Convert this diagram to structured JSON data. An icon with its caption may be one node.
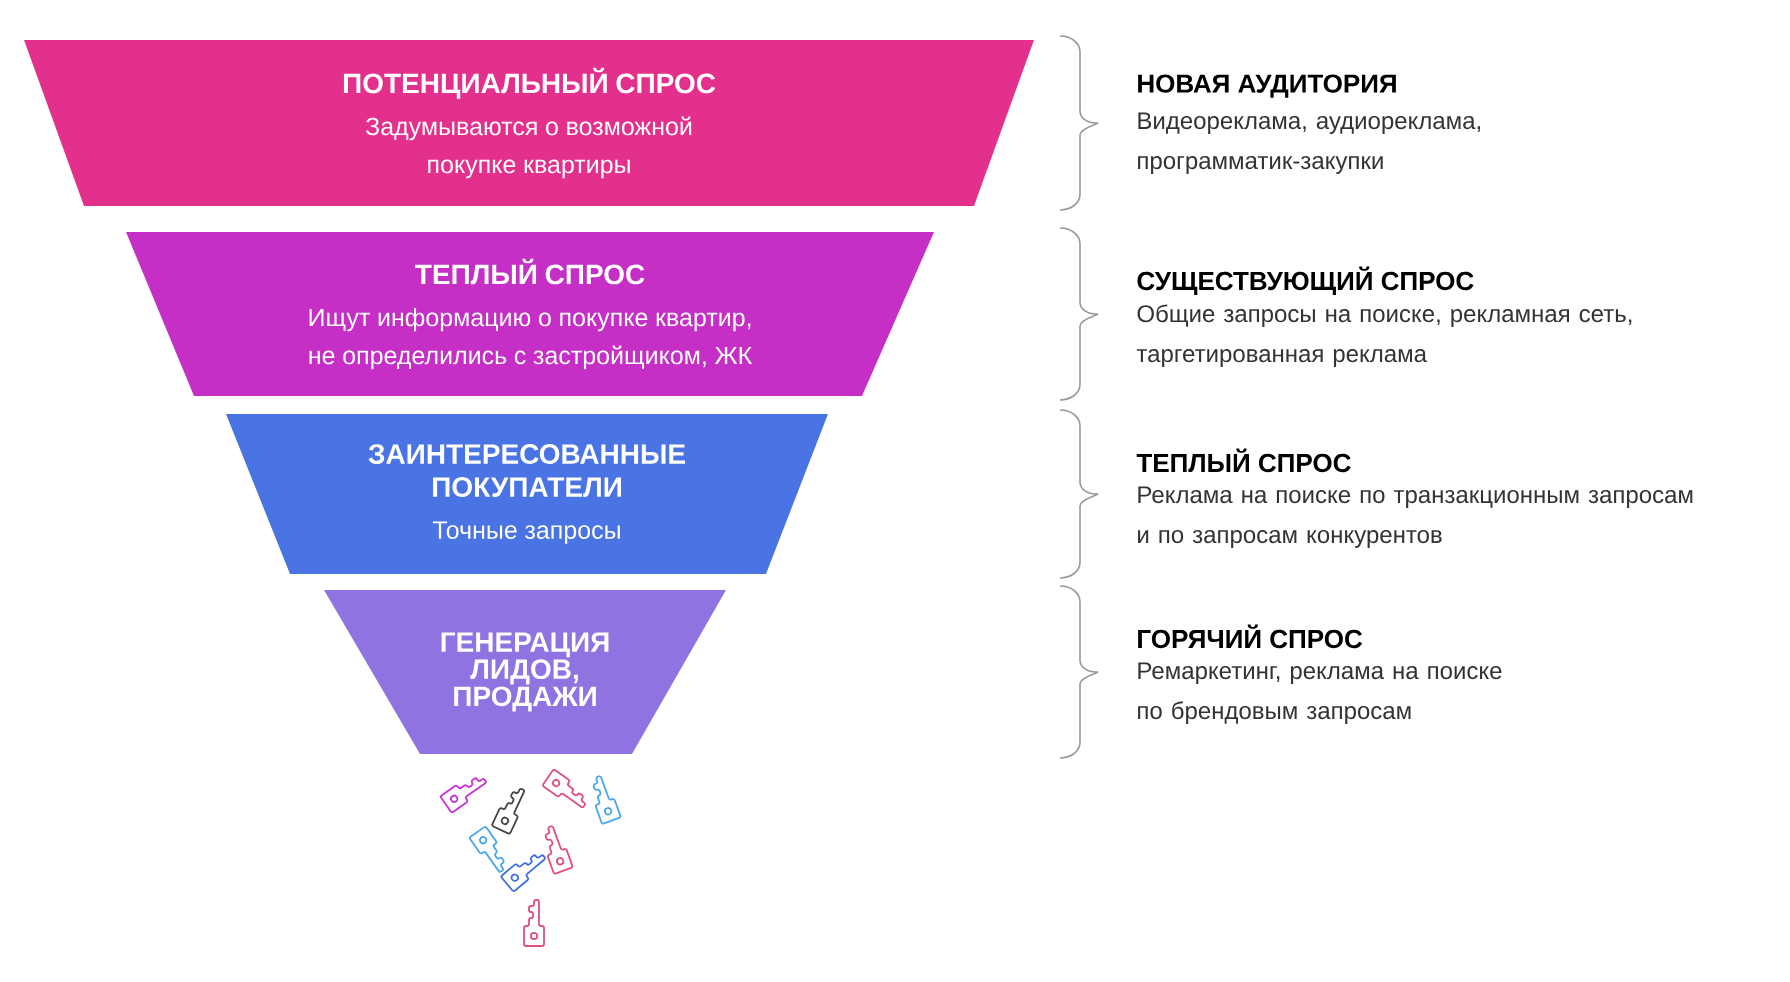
{
  "diagram": {
    "nodes": [
      {
        "text": [
          "ПОТЕНЦИАЛЬНЫЙ СПРОС",
          "Задумываются о возможной покупке квартиры"
        ],
        "beside": [
          "НОВАЯ АУДИТОРИЯ",
          "Видеореклама, аудиореклама, программатик-закупки"
        ]
      },
      {
        "text": [
          "ТЕПЛЫЙ СПРОС",
          "Ищут информацию о покупке квартир, не определились с застройщиком, ЖК"
        ],
        "beside": [
          "СУЩЕСТВУЮЩИЙ СПРОС",
          "Общие запросы на поиске, рекламная сеть, таргетированная реклама"
        ]
      },
      {
        "text": [
          "ЗАИНТЕРЕСОВАННЫЕ ПОКУПАТЕЛИ",
          "Точные запросы"
        ],
        "beside": [
          "ТЕПЛЫЙ СПРОС",
          "Реклама на поиске по транзакционным запросам и по запросам конкурентов"
        ]
      },
      {
        "text": [
          "ГЕНЕРАЦИЯ ЛИДОВ, ПРОДАЖИ"
        ],
        "beside": [
          "ГОРЯЧИЙ СПРОС",
          "Ремаркетинг, реклама на поиске по брендовым запросам"
        ]
      }
    ]
  }
}
